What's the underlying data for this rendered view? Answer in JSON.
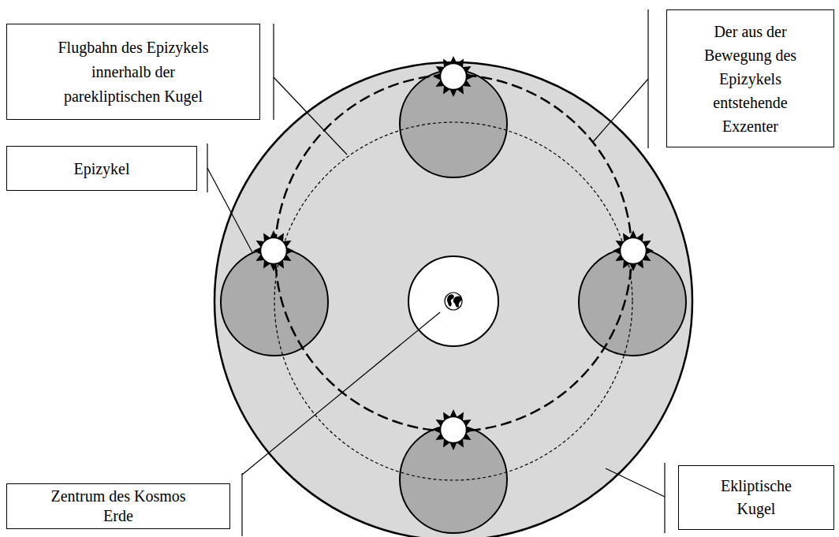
{
  "diagram": {
    "nodes": [
      {
        "text": [
          "Flugbahn des Epizykels innerhalb der parekliptischen Kugel"
        ]
      },
      {
        "text": [
          "Der aus der Bewegung des Epizykels entstehende Exzenter"
        ]
      },
      {
        "text": [
          "Epizykel"
        ]
      },
      {
        "text": [
          "Zentrum des Kosmos Erde"
        ]
      },
      {
        "text": [
          "Ekliptische Kugel"
        ]
      }
    ]
  }
}
